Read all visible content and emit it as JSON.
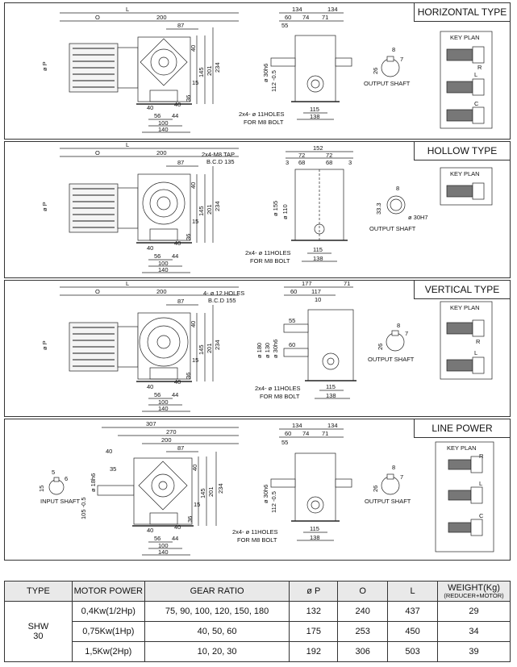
{
  "sections": [
    {
      "title": "HORIZONTAL TYPE",
      "dims_front": {
        "l": "L",
        "o": "O",
        "w200": "200",
        "w87": "87",
        "w40a": "40",
        "h145": "145",
        "h201": "201",
        "h234": "234",
        "h15": "15",
        "h36": "36",
        "h40": "40",
        "b40": "40",
        "b56": "56",
        "b44": "44",
        "b100": "100",
        "b140": "140",
        "dia": "ø P"
      },
      "dims_side": {
        "w134a": "134",
        "w134b": "134",
        "w60": "60",
        "w74": "74",
        "w71": "71",
        "w55": "55",
        "shaft": "ø 30h6",
        "h112": "112 -0.5",
        "b115": "115",
        "b138": "138",
        "holes": "2x4- ø 11HOLES",
        "bolt": "FOR M8 BOLT"
      },
      "shaft": {
        "k8": "8",
        "k7": "7",
        "k26": "26",
        "label": "OUTPUT SHAFT"
      },
      "keyplan": {
        "title": "KEY PLAN",
        "marks": [
          "R",
          "L",
          "C"
        ]
      }
    },
    {
      "title": "HOLLOW TYPE",
      "dims_front": {
        "l": "L",
        "o": "O",
        "w200": "200",
        "w87": "87",
        "tap": "2x4-M8 TAP",
        "bcd": "B.C.D 135",
        "w40a": "40",
        "h145": "145",
        "h201": "201",
        "h234": "234",
        "h15": "15",
        "h36": "36",
        "h40": "40",
        "b40": "40",
        "b56": "56",
        "b44": "44",
        "b100": "100",
        "b140": "140",
        "dia": "ø P"
      },
      "dims_side": {
        "w152": "152",
        "w72a": "72",
        "w72b": "72",
        "w3a": "3",
        "w3b": "3",
        "w68a": "68",
        "w68b": "68",
        "d155": "ø 155",
        "d110": "ø 110",
        "holes": "2x4- ø 11HOLES",
        "bolt": "FOR M8 BOLT",
        "b115": "115",
        "b138": "138"
      },
      "shaft": {
        "k8": "8",
        "k33": "33.3",
        "bore": "ø 30H7",
        "label": "OUTPUT SHAFT"
      },
      "keyplan": {
        "title": "KEY PLAN",
        "marks": []
      }
    },
    {
      "title": "VERTICAL TYPE",
      "dims_front": {
        "l": "L",
        "o": "O",
        "w200": "200",
        "w87": "87",
        "holes": "4- ø 12 HOLES",
        "bcd": "B.C.D 155",
        "w40a": "40",
        "h145": "145",
        "h201": "201",
        "h234": "234",
        "h15": "15",
        "h36": "36",
        "h40": "40",
        "b40": "40",
        "b56": "56",
        "b44": "44",
        "b100": "100",
        "b140": "140",
        "dia": "ø P"
      },
      "dims_side": {
        "w177": "177",
        "w71": "71",
        "w60": "60",
        "w117": "117",
        "w10": "10",
        "w55": "55",
        "w60b": "60",
        "d180": "ø 180",
        "d130": "ø 130",
        "shaft": "ø 30h6",
        "holes": "2x4- ø 11HOLES",
        "bolt": "FOR M8 BOLT",
        "b115": "115",
        "b138": "138"
      },
      "shaft": {
        "k8": "8",
        "k7": "7",
        "k26": "26",
        "label": "OUTPUT SHAFT"
      },
      "keyplan": {
        "title": "KEY PLAN",
        "marks": [
          "R",
          "L"
        ]
      }
    },
    {
      "title": "LINE POWER",
      "dims_front": {
        "w307": "307",
        "w270": "270",
        "w200": "200",
        "w87": "87",
        "w40a": "40",
        "w40b": "40",
        "w35": "35",
        "h145": "145",
        "h201": "201",
        "h234": "234",
        "h15": "15",
        "h36": "36",
        "h40": "40",
        "b40": "40",
        "b56": "56",
        "b44": "44",
        "b100": "100",
        "b140": "140",
        "in_shaft": "ø 18h6",
        "in_h": "105 -0.5",
        "in_k5": "5",
        "in_k6": "6",
        "in_k15": "15",
        "in_label": "INPUT SHAFT"
      },
      "dims_side": {
        "w134a": "134",
        "w134b": "134",
        "w60": "60",
        "w74": "74",
        "w71": "71",
        "w55": "55",
        "shaft": "ø 30h6",
        "h112": "112 -0.5",
        "holes": "2x4- ø 11HOLES",
        "bolt": "FOR M8 BOLT",
        "b115": "115",
        "b138": "138"
      },
      "shaft": {
        "k8": "8",
        "k7": "7",
        "k26": "26",
        "label": "OUTPUT SHAFT"
      },
      "keyplan": {
        "title": "KEY PLAN",
        "marks": [
          "R",
          "L",
          "C"
        ]
      }
    }
  ],
  "table": {
    "headers": [
      "TYPE",
      "MOTOR POWER",
      "GEAR RATIO",
      "ø P",
      "O",
      "L",
      "WEIGHT(Kg)"
    ],
    "weight_sub": "(REDUCER+MOTOR)",
    "type_name": "SHW",
    "type_num": "30",
    "rows": [
      {
        "power": "0,4Kw(1/2Hp)",
        "ratio": "75, 90, 100, 120, 150, 180",
        "p": "132",
        "o": "240",
        "l": "437",
        "weight": "29"
      },
      {
        "power": "0,75Kw(1Hp)",
        "ratio": "40, 50, 60",
        "p": "175",
        "o": "253",
        "l": "450",
        "weight": "34"
      },
      {
        "power": "1,5Kw(2Hp)",
        "ratio": "10, 20, 30",
        "p": "192",
        "o": "306",
        "l": "503",
        "weight": "39"
      }
    ]
  }
}
